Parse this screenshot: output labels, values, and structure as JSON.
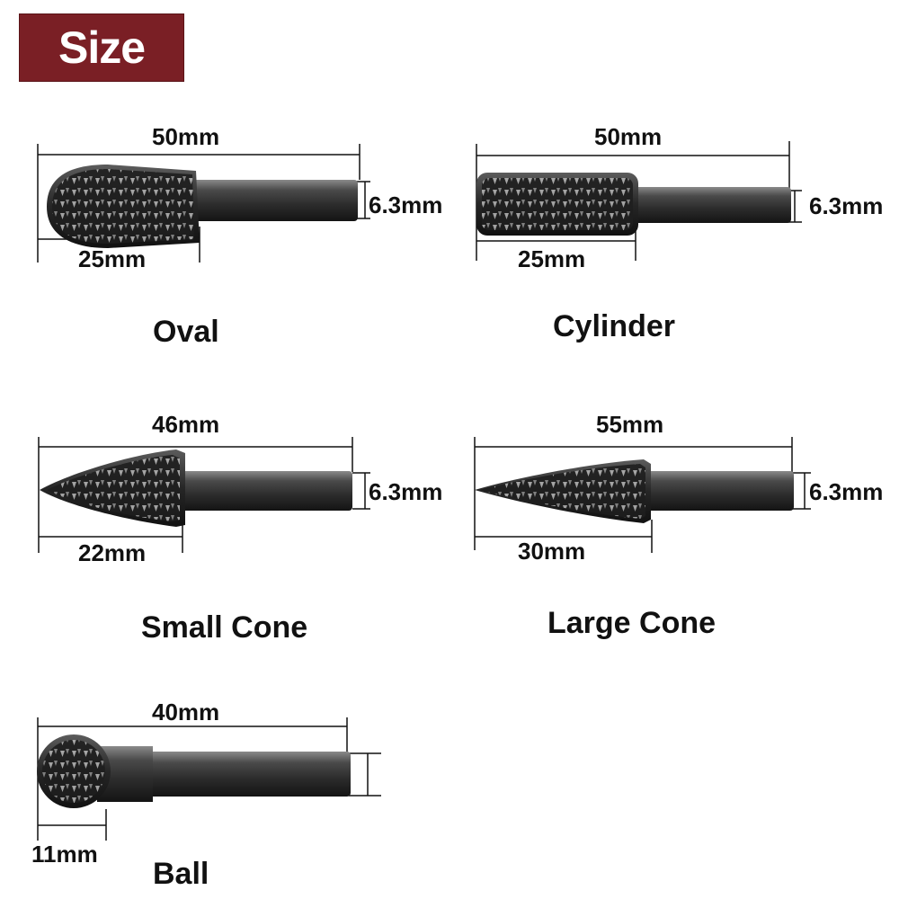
{
  "header": {
    "badge": "Size"
  },
  "bits": [
    {
      "name": "Oval",
      "length": "50mm",
      "head": "25mm",
      "shank": "6.3mm"
    },
    {
      "name": "Cylinder",
      "length": "50mm",
      "head": "25mm",
      "shank": "6.3mm"
    },
    {
      "name": "Small Cone",
      "length": "46mm",
      "head": "22mm",
      "shank": "6.3mm"
    },
    {
      "name": "Large Cone",
      "length": "55mm",
      "head": "30mm",
      "shank": "6.3mm"
    },
    {
      "name": "Ball",
      "length": "40mm",
      "head": "11mm",
      "shank": ""
    }
  ],
  "colors": {
    "badge": "#7a1f25",
    "steel": "#3a3a3a",
    "dim": "#111111"
  }
}
